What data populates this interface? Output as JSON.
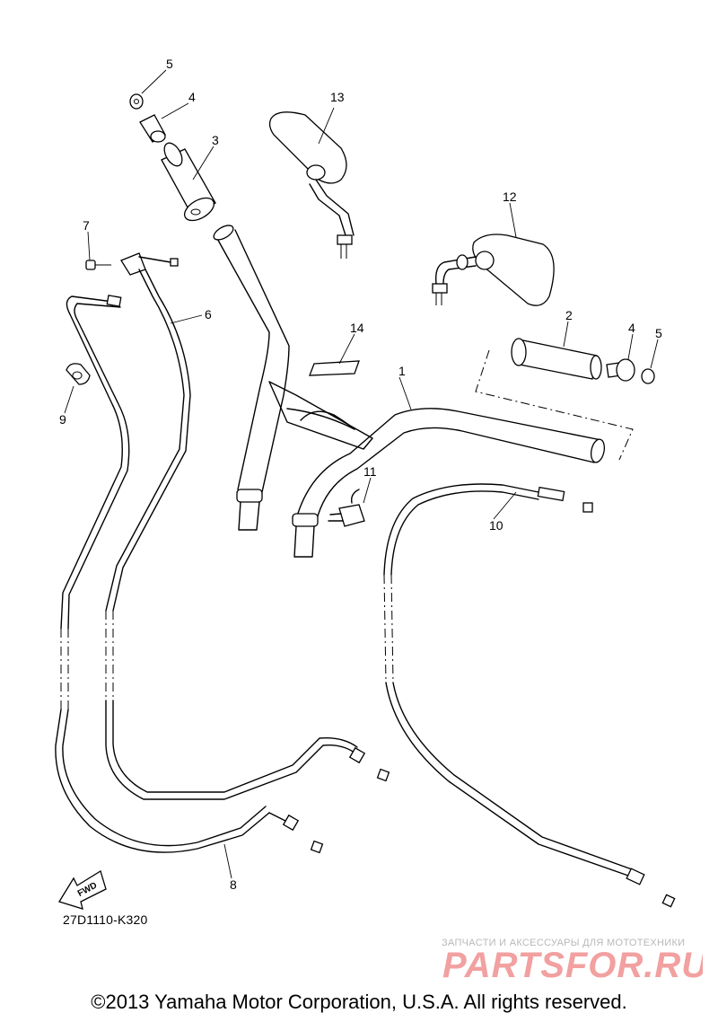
{
  "callouts": [
    "1",
    "2",
    "3",
    "4",
    "5",
    "6",
    "7",
    "8",
    "9",
    "10",
    "11",
    "12",
    "13",
    "14"
  ],
  "callouts_extra": {
    "4b": "4",
    "5b": "5"
  },
  "fwd_label": "FWD",
  "diagram_code": "27D1110-K320",
  "watermark": {
    "subtitle": "ЗАПЧАСТИ И АКСЕССУАРЫ ДЛЯ МОТОТЕХНИКИ",
    "logo_text": "PARTSFOR.RU",
    "color": "#f2a0a0"
  },
  "copyright": "©2013 Yamaha Motor Corporation, U.S.A. All rights reserved."
}
